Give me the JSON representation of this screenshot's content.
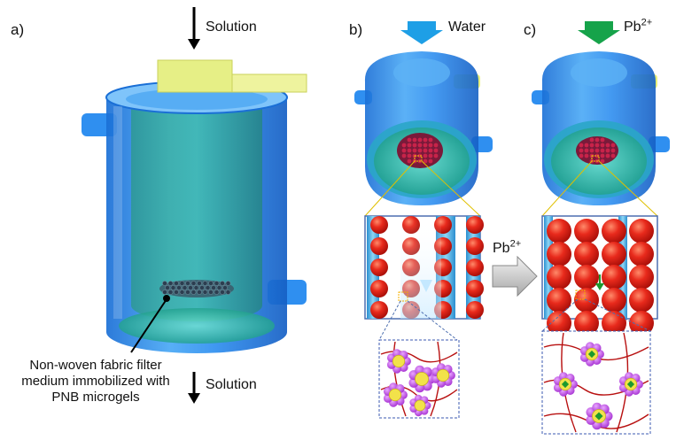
{
  "panels": {
    "a": {
      "label": "a)",
      "top_flow": "Solution",
      "bottom_flow": "Solution",
      "caption_lines": [
        "Non-woven fabric filter",
        "medium immobilized with",
        "PNB microgels"
      ]
    },
    "b": {
      "label": "b)",
      "inflow": "Water",
      "inflow_color": "#1e9fe6"
    },
    "c": {
      "label": "c)",
      "inflow": "Pb2+",
      "inflow_color": "#16a34a"
    },
    "transition": {
      "label": "Pb2+"
    }
  },
  "colors": {
    "vessel": "#2f8ff0",
    "bead": "#e0221a",
    "channel": "#46b0e6",
    "polymer": "#b81010",
    "shell": "#b33fd6",
    "core": "#f2e24a",
    "lead": "#1c9a2e",
    "inlet": "#e9f07a"
  }
}
